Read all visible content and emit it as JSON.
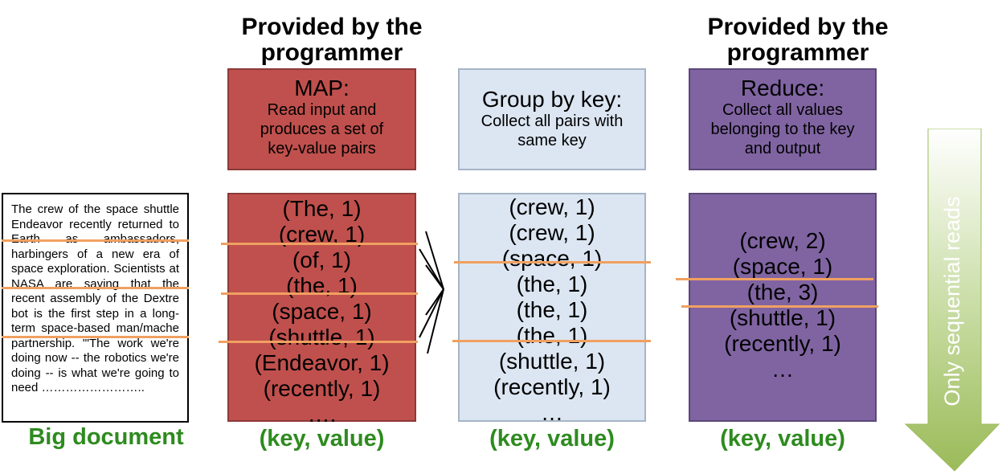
{
  "headers": {
    "map_provider": [
      "Provided by the",
      "programmer"
    ],
    "reduce_provider": [
      "Provided by the",
      "programmer"
    ]
  },
  "map": {
    "title": "MAP:",
    "description": [
      "Read input and",
      "produces a set of",
      "key-value pairs"
    ],
    "pairs": [
      "(The, 1)",
      "(crew, 1)",
      "(of, 1)",
      "(the, 1)",
      "(space, 1)",
      "(shuttle, 1)",
      "(Endeavor, 1)",
      "(recently, 1)",
      "…."
    ]
  },
  "group": {
    "title": "Group by key:",
    "description": [
      "Collect all pairs with",
      "same key"
    ],
    "pairs": [
      "(crew, 1)",
      "(crew, 1)",
      "(space, 1)",
      "(the, 1)",
      "(the, 1)",
      "(the, 1)",
      "(shuttle, 1)",
      "(recently, 1)",
      "…"
    ]
  },
  "reduce": {
    "title": "Reduce:",
    "description": [
      "Collect all values",
      "belonging to the key",
      "and output"
    ],
    "pairs": [
      "(crew, 2)",
      "(space, 1)",
      "(the, 3)",
      "(shuttle, 1)",
      "(recently, 1)",
      "…"
    ]
  },
  "document": {
    "text": "The crew of the space shuttle Endeavor recently returned to Earth as ambassadors, harbingers of a new era of space exploration. Scientists at NASA are saying that the recent assembly of the Dextre bot is the first step in a long-term space-based man/mache partnership. '\"The work we're doing now -- the robotics we're doing -- is what we're going to need ……………………..",
    "label": "Big document"
  },
  "labels": {
    "map_kv": "(key, value)",
    "group_kv": "(key, value)",
    "reduce_kv": "(key, value)"
  },
  "side_arrow": {
    "label": "Only   sequential   reads"
  },
  "colors": {
    "map": "#c0504d",
    "group": "#dce6f2",
    "reduce": "#8064a2",
    "label_green": "#2e8b1f",
    "arrow_green": "#9bbb59",
    "split_line": "#f0a060"
  }
}
